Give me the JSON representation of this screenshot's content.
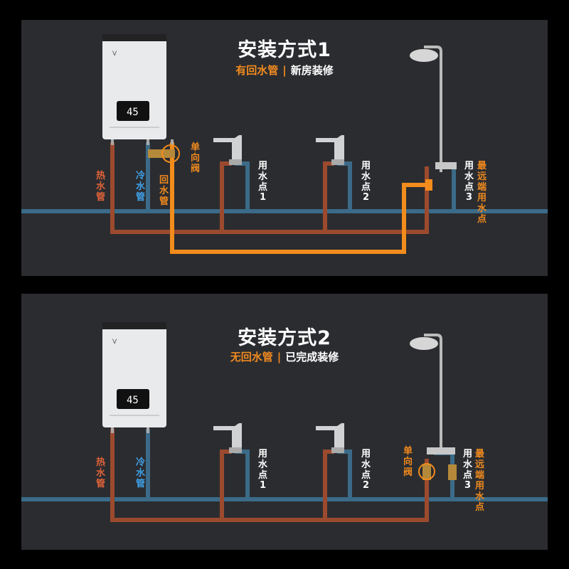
{
  "panel1": {
    "title": "安装方式1",
    "subtitle_left": "有回水管",
    "subtitle_sep": "|",
    "subtitle_right": "新房装修",
    "heater_display": "45",
    "labels": {
      "hot_pipe": "热水管",
      "cold_pipe": "冷水管",
      "return_pipe": "回水管",
      "check_valve": "单向阀",
      "point1": "用水点",
      "point1_num": "1",
      "point2": "用水点",
      "point2_num": "2",
      "point3": "用水点",
      "point3_num": "3",
      "farthest": "最远端用水点"
    }
  },
  "panel2": {
    "title": "安装方式2",
    "subtitle_left": "无回水管",
    "subtitle_sep": "|",
    "subtitle_right": "已完成装修",
    "heater_display": "45",
    "labels": {
      "hot_pipe": "热水管",
      "cold_pipe": "冷水管",
      "check_valve": "单向阀",
      "point1": "用水点",
      "point1_num": "1",
      "point2": "用水点",
      "point2_num": "2",
      "point3": "用水点",
      "point3_num": "3",
      "farthest": "最远端用水点"
    }
  },
  "colors": {
    "background": "#2b2c30",
    "hot": "#9c4a2e",
    "cold": "#3b6b88",
    "return": "#f28c1c",
    "accent": "#f08a1e"
  }
}
